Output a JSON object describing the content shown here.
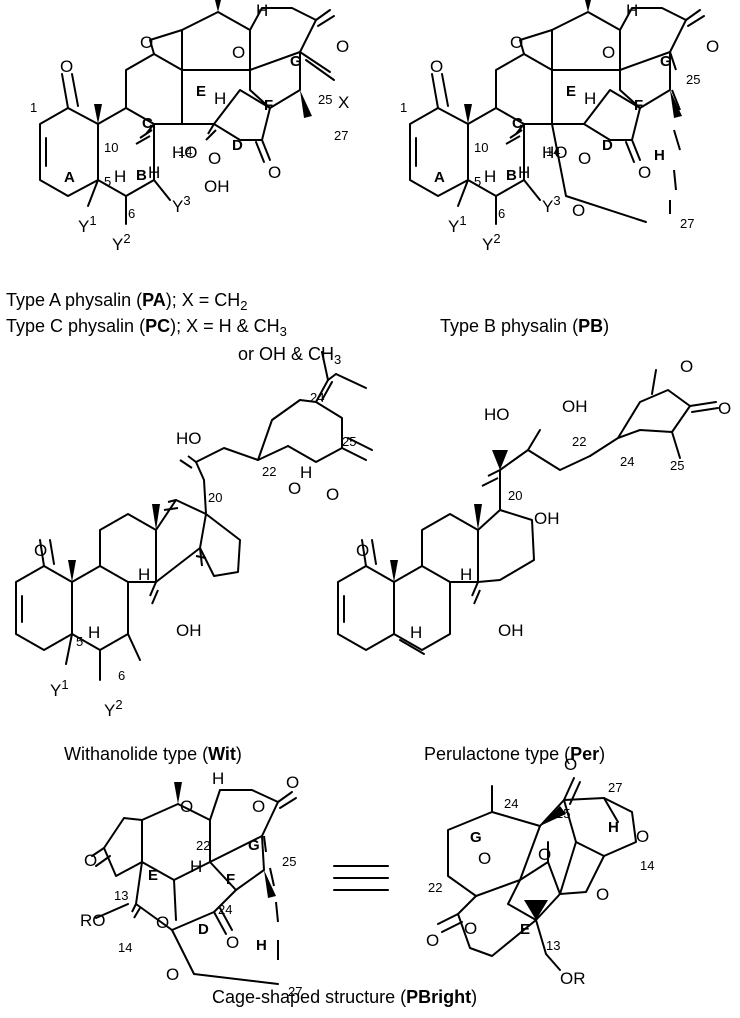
{
  "structures": {
    "pa": {
      "caption_pre": "Type A physalin (",
      "caption_bold": "PA",
      "caption_post": "); X = CH",
      "caption_sub": "2",
      "caption2_pre": "Type C physalin (",
      "caption2_bold": "PC",
      "caption2_post": "); X = H & CH",
      "caption2_sub": "3",
      "caption3_pre": "or OH & CH",
      "caption3_sub": "3"
    },
    "pb": {
      "caption_pre": "Type B physalin (",
      "caption_bold": "PB",
      "caption_post": ")"
    },
    "wit": {
      "caption_pre": "Withanolide type (",
      "caption_bold": "Wit",
      "caption_post": ")"
    },
    "per": {
      "caption_pre": "Perulactone type (",
      "caption_bold": "Per",
      "caption_post": ")"
    },
    "cage": {
      "caption_pre": "Cage-shaped structure (",
      "caption_bold": "PBright",
      "caption_post": ")"
    }
  },
  "labels": {
    "O": "O",
    "H": "H",
    "X": "X",
    "HO": "HO",
    "OH": "OH",
    "RO": "RO",
    "OR": "OR",
    "Y1": "Y",
    "Y1_sup": "1",
    "Y2": "Y",
    "Y2_sup": "2",
    "Y3": "Y",
    "Y3_sup": "3",
    "ringA": "A",
    "ringB": "B",
    "ringC": "C",
    "ringD": "D",
    "ringE": "E",
    "ringF": "F",
    "ringG": "G",
    "ringH": "H",
    "n1": "1",
    "n5": "5",
    "n6": "6",
    "n10": "10",
    "n13": "13",
    "n14": "14",
    "n20": "20",
    "n22": "22",
    "n24": "24",
    "n25": "25",
    "n27": "27"
  }
}
